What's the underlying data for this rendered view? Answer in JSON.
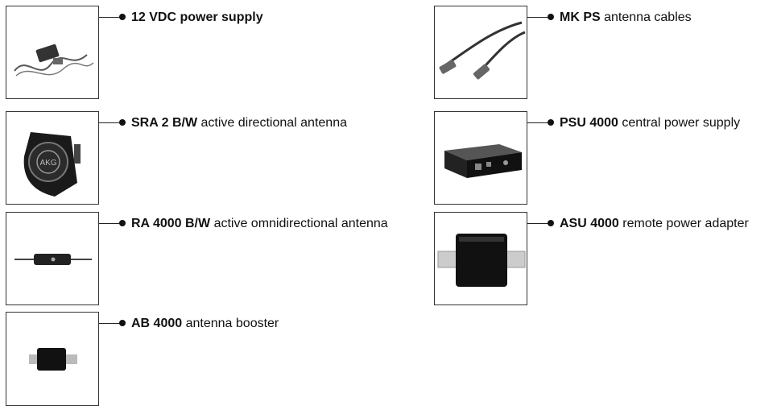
{
  "items": [
    {
      "name_bold": "12 VDC power supply",
      "desc": "",
      "icon": "power-supply-adapter-icon"
    },
    {
      "name_bold": "SRA 2 B/W",
      "desc": "active directional antenna",
      "icon": "directional-antenna-icon"
    },
    {
      "name_bold": "RA 4000 B/W",
      "desc": "active omnidirectional antenna",
      "icon": "omnidirectional-antenna-icon"
    },
    {
      "name_bold": "AB 4000",
      "desc": "antenna booster",
      "icon": "antenna-booster-icon"
    },
    {
      "name_bold": "MK PS",
      "desc": "antenna cables",
      "icon": "antenna-cables-icon"
    },
    {
      "name_bold": "PSU 4000",
      "desc": "central power supply",
      "icon": "central-power-supply-icon"
    },
    {
      "name_bold": "ASU 4000",
      "desc": "remote power adapter",
      "icon": "remote-power-adapter-icon"
    }
  ]
}
